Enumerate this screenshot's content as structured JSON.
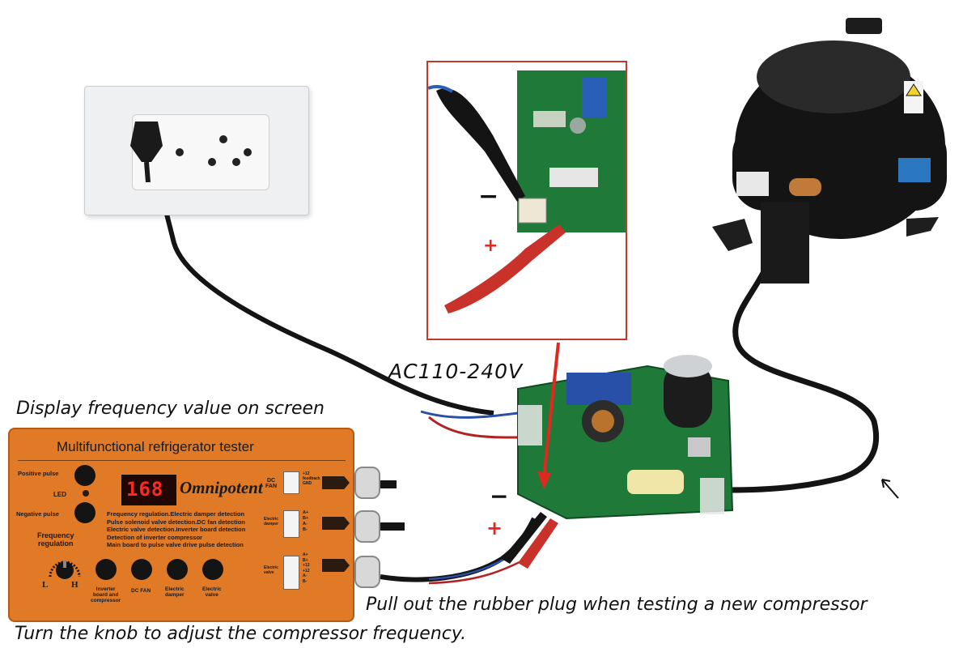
{
  "captions": {
    "display_frequency": "Display frequency value on screen",
    "voltage": "AC110-240V",
    "rubber_plug": "Pull out the rubber plug when testing a new compressor",
    "knob": "Turn the knob to adjust the compressor frequency."
  },
  "tester": {
    "title": "Multifunctional refrigerator tester",
    "display_value": "168",
    "brand": "Omnipotent",
    "positive_pulse": "Positive pulse",
    "led": "LED",
    "negative_pulse": "Negative pulse",
    "frequency_regulation": "Frequency\nregulation",
    "knob_low": "L",
    "knob_high": "H",
    "description": [
      "Frequency regulation.Electric damper detection",
      "Pulse solenoid valve detection.DC fan detection",
      "Electric valve detection.Inverter board detection",
      "Detection of inverter compressor",
      "Main board to pulse valve drive pulse detection"
    ],
    "buttons": [
      "Inverter\nboard and\ncompressor",
      "DC FAN",
      "Electric\ndamper",
      "Electric\nvalve"
    ],
    "ports": [
      {
        "name": "DC\nFAN",
        "pins": "+12\nfeedback\nGND"
      },
      {
        "name": "Electric\ndamper",
        "pins": "A+\nB+\nA-\nB-"
      },
      {
        "name": "Electric\nvalve",
        "pins": "A+\nB+\n+12\n+12\nA-\nB-"
      }
    ]
  },
  "board_signs": {
    "minus": "−",
    "plus": "+"
  },
  "inset_signs": {
    "minus": "−",
    "plus": "+"
  },
  "colors": {
    "tester_orange": "#e07a26",
    "wire_black": "#141414",
    "board_green": "#1f7a3a",
    "inset_border": "#c0392b",
    "pointer_red": "#e0281e",
    "display_red": "#ff2a1e"
  }
}
